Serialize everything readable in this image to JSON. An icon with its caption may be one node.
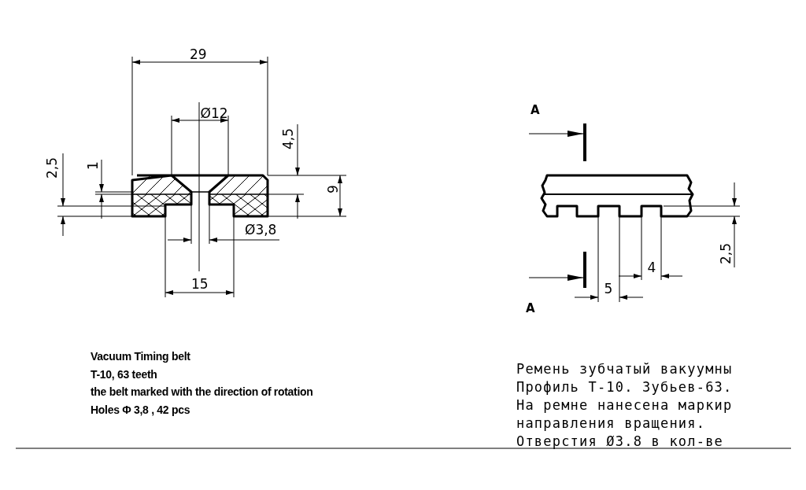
{
  "diagram": {
    "labels": [
      "29",
      "Ø12",
      "4,5",
      "2,5",
      "1",
      "9",
      "Ø3,8",
      "15",
      "A",
      "2,5",
      "4",
      "5",
      "A",
      "Vacuum Timing belt",
      "T-10, 63  teeth",
      "the belt marked with the direction of rotation",
      " Holes Φ 3,8 , 42 pcs",
      "Ремень зубчатый вакуумны",
      "Профиль Т-10. Зубьев-63.",
      "На ремне нанесена маркир",
      "направления вращения.",
      "Отверстия Ø3.8 в кол-ве"
    ]
  }
}
